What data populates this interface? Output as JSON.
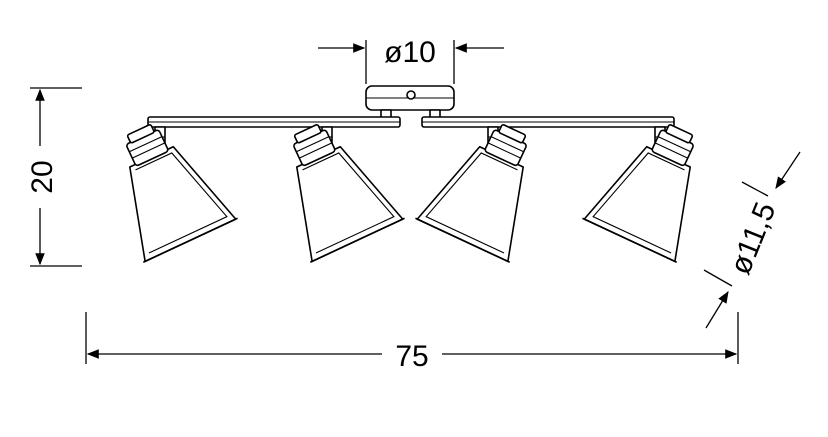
{
  "dimensions": {
    "mount_diameter": "ø10",
    "height": "20",
    "shade_diameter": "ø11,5",
    "total_width": "75"
  },
  "fixture": {
    "spot_count": 4
  },
  "colors": {
    "line": "#000000",
    "background": "#ffffff"
  }
}
